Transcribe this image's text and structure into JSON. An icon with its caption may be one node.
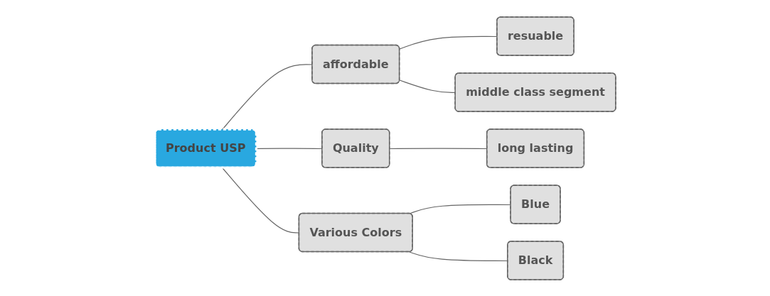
{
  "diagram": {
    "nodes": [
      {
        "text": [
          "Product USP"
        ]
      },
      {
        "text": [
          "affordable"
        ]
      },
      {
        "text": [
          "resuable"
        ]
      },
      {
        "text": [
          "middle class segment"
        ]
      },
      {
        "text": [
          "Quality"
        ]
      },
      {
        "text": [
          "long lasting"
        ]
      },
      {
        "text": [
          "Various Colors"
        ]
      },
      {
        "text": [
          "Blue"
        ]
      },
      {
        "text": [
          "Black"
        ]
      }
    ],
    "edges": [
      {
        "from": 0,
        "to": 1,
        "arrow": "none"
      },
      {
        "from": 1,
        "to": 2,
        "arrow": "none"
      },
      {
        "from": 1,
        "to": 3,
        "arrow": "none"
      },
      {
        "from": 0,
        "to": 4,
        "arrow": "none"
      },
      {
        "from": 4,
        "to": 5,
        "arrow": "none"
      },
      {
        "from": 0,
        "to": 6,
        "arrow": "none"
      },
      {
        "from": 6,
        "to": 7,
        "arrow": "none"
      },
      {
        "from": 6,
        "to": 8,
        "arrow": "none"
      }
    ]
  }
}
